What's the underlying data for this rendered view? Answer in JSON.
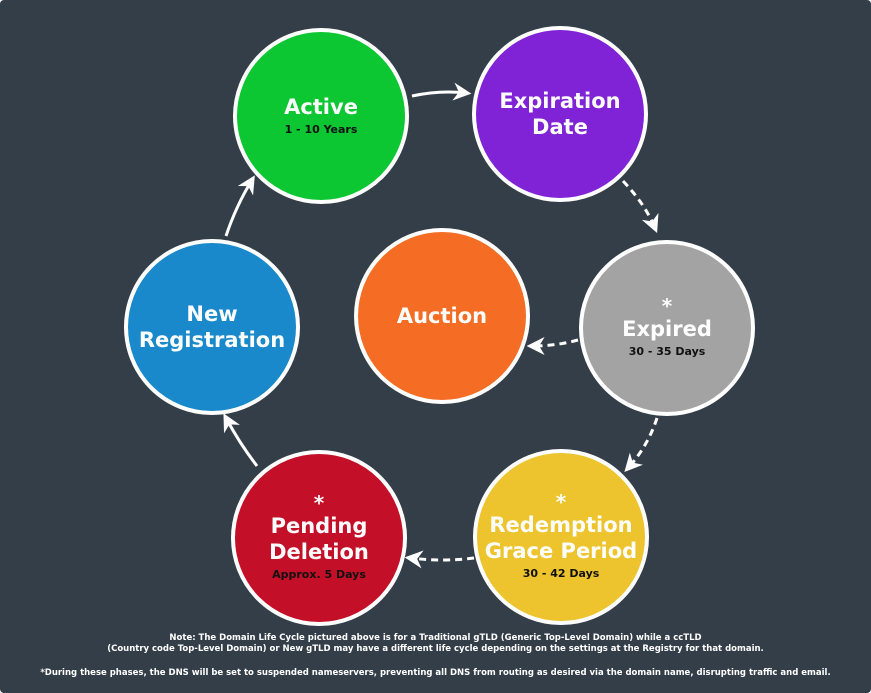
{
  "nodes": {
    "active": {
      "title": "Active",
      "subtitle": "1 - 10 Years",
      "color": "#0cc632"
    },
    "expiration": {
      "title_line1": "Expiration",
      "title_line2": "Date",
      "color": "#8023d6"
    },
    "expired": {
      "marker": "*",
      "title": "Expired",
      "subtitle": "30 - 35 Days",
      "color": "#a3a3a3"
    },
    "auction": {
      "title": "Auction",
      "color": "#f56d25"
    },
    "redemption": {
      "marker": "*",
      "title_line1": "Redemption",
      "title_line2": "Grace Period",
      "subtitle": "30 - 42 Days",
      "color": "#edc42d"
    },
    "pending": {
      "marker": "*",
      "title_line1": "Pending",
      "title_line2": "Deletion",
      "subtitle": "Approx. 5 Days",
      "color": "#c40f28"
    },
    "registration": {
      "title_line1": "New",
      "title_line2": "Registration",
      "color": "#1a89cb"
    }
  },
  "edges": [
    {
      "from": "registration",
      "to": "active",
      "style": "solid"
    },
    {
      "from": "active",
      "to": "expiration",
      "style": "solid"
    },
    {
      "from": "expiration",
      "to": "expired",
      "style": "dashed"
    },
    {
      "from": "expired",
      "to": "auction",
      "style": "dashed"
    },
    {
      "from": "expired",
      "to": "redemption",
      "style": "dashed"
    },
    {
      "from": "redemption",
      "to": "pending",
      "style": "dashed"
    },
    {
      "from": "pending",
      "to": "registration",
      "style": "solid"
    }
  ],
  "notes": {
    "line1": "Note: The Domain Life Cycle pictured above is for a Traditional gTLD (Generic Top-Level Domain) while a ccTLD",
    "line2": "(Country code Top-Level Domain) or New gTLD may have a different life cycle depending on the settings at the Registry for that domain.",
    "footnote": "*During these phases, the DNS will be set to suspended nameservers, preventing all DNS from routing as desired via the domain name, disrupting traffic and email."
  },
  "colors": {
    "background": "#343e48",
    "arrow": "#ffffff",
    "border": "#ffffff"
  }
}
